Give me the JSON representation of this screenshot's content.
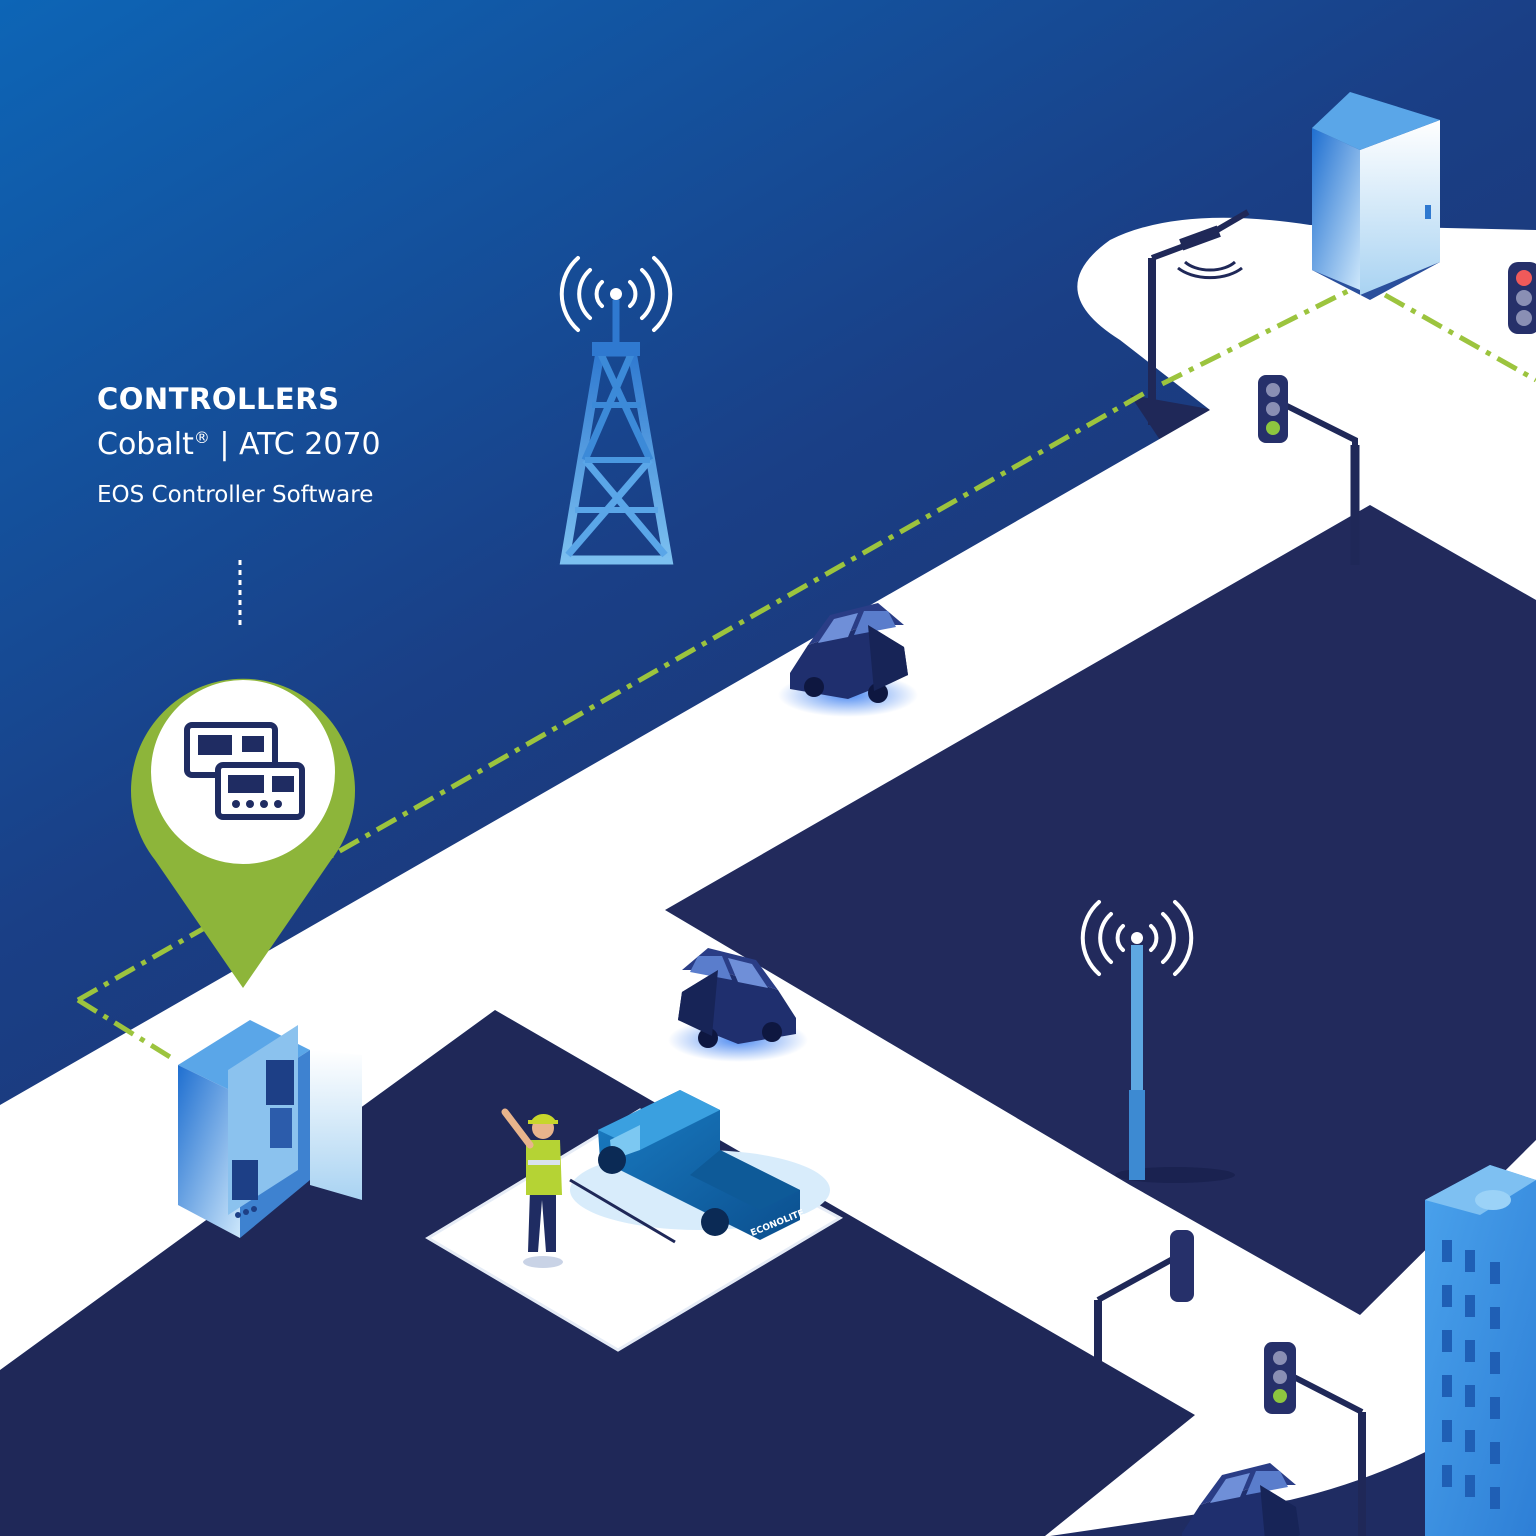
{
  "caption": {
    "heading": "CONTROLLERS",
    "product_a": "Cobalt",
    "registered_mark": "®",
    "separator": "|",
    "product_b": "ATC 2070",
    "software": "EOS Controller Software"
  },
  "truck_label": "ECONOLITE",
  "icons": [
    "cell-tower-icon",
    "wifi-signal-icon",
    "map-pin-icon",
    "controller-devices-icon",
    "traffic-cabinet-icon",
    "traffic-light-icon",
    "street-lamp-icon",
    "car-icon",
    "pickup-truck-icon",
    "worker-icon",
    "office-building-icon",
    "roadside-cabinet-icon",
    "antenna-pole-icon"
  ],
  "colors": {
    "sky_top": "#0a5fb0",
    "sky_bottom": "#1d2c66",
    "ground": "#202a5a",
    "road": "#ffffff",
    "accent_green": "#8db53a",
    "network_line": "#9cc43e"
  },
  "traffic_lights": [
    {
      "id": "tl-top-right",
      "active": "red"
    },
    {
      "id": "tl-top-center",
      "active": "green"
    },
    {
      "id": "tl-bottom",
      "active": "green"
    }
  ]
}
